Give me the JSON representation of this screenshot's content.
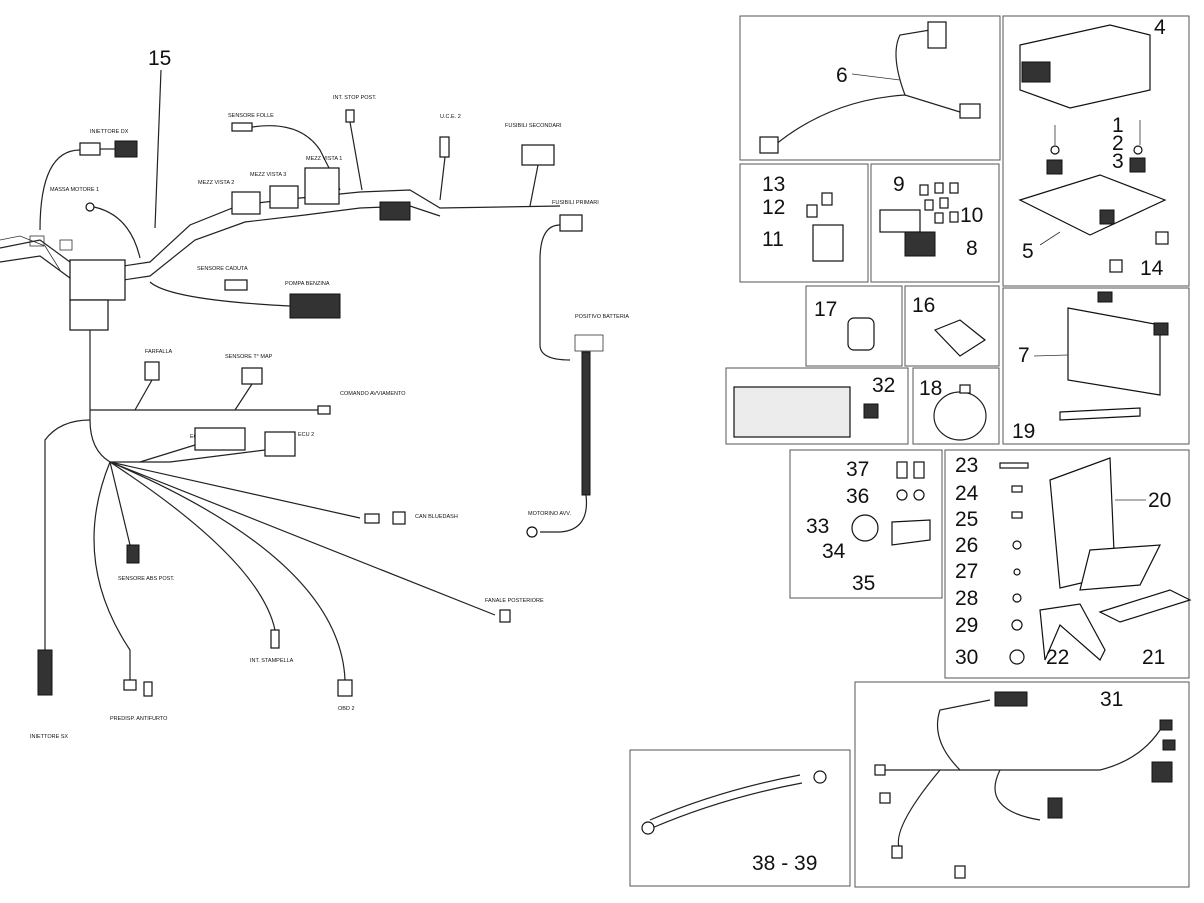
{
  "part_numbers": {
    "p1": "1",
    "p2": "2",
    "p3": "3",
    "p4": "4",
    "p5": "5",
    "p6": "6",
    "p7": "7",
    "p8": "8",
    "p9": "9",
    "p10": "10",
    "p11": "11",
    "p12": "12",
    "p13": "13",
    "p14": "14",
    "p15": "15",
    "p16": "16",
    "p17": "17",
    "p18": "18",
    "p19": "19",
    "p20": "20",
    "p21": "21",
    "p22": "22",
    "p23": "23",
    "p24": "24",
    "p25": "25",
    "p26": "26",
    "p27": "27",
    "p28": "28",
    "p29": "29",
    "p30": "30",
    "p31": "31",
    "p32": "32",
    "p33": "33",
    "p34": "34",
    "p35": "35",
    "p36": "36",
    "p37": "37",
    "p38_39": "38 - 39"
  },
  "harness_labels": {
    "iniettore_dx": "INIETTORE DX",
    "massa_motore": "MASSA MOTORE 1",
    "sensore_folle": "SENSORE FOLLE",
    "int_stop_post": "INT. STOP POST.",
    "uce_2": "U.C.E. 2",
    "fusibili_secondari": "FUSIBILI SECONDARI",
    "fusibili_primari": "FUSIBILI PRIMARI",
    "mezz_vista_1": "MEZZ VISTA 1",
    "mezz_vista_2": "MEZZ VISTA 2",
    "mezz_vista_3": "MEZZ VISTA 3",
    "sensore_caduta": "SENSORE CADUTA",
    "pompa_benzina": "POMPA BENZINA",
    "farfalla": "FARFALLA",
    "sensore_t_map": "SENSORE T° MAP",
    "comando_avviamento": "COMANDO AVVIAMENTO",
    "ecu_1": "ECU 1",
    "ecu_2": "ECU 2",
    "positivo_batteria": "POSITIVO BATTERIA",
    "can_bluedash": "CAN BLUEDASH",
    "motorino_avv": "MOTORINO AVV.",
    "sensore_abs_post": "SENSORE ABS POST.",
    "fanale_posteriore": "FANALE POSTERIORE",
    "int_stampella": "INT. STAMPELLA",
    "obd_2": "OBD 2",
    "predisp_antifurto": "PREDISP. ANTIFURTO",
    "iniettore_sx": "INIETTORE SX"
  }
}
